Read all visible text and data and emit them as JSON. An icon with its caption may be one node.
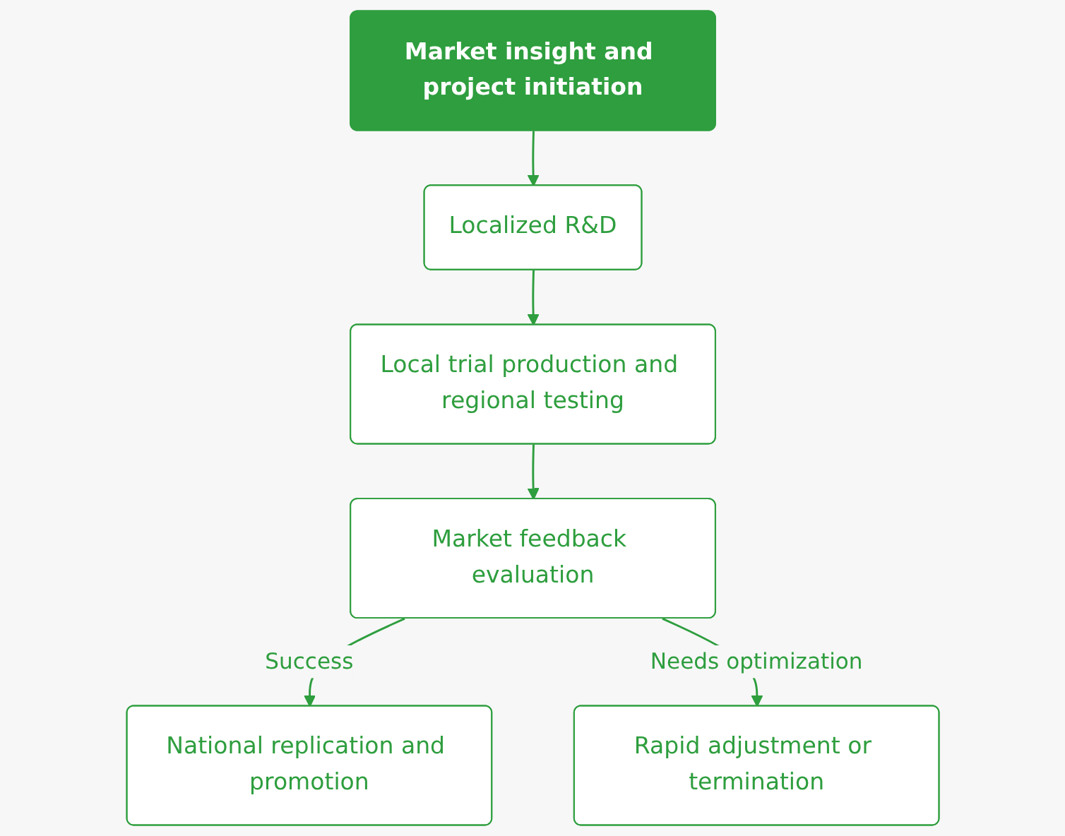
{
  "diagram": {
    "nodes": [
      {
        "text": [
          "Market insight and project initiation"
        ]
      },
      {
        "text": [
          "Localized R&D"
        ]
      },
      {
        "text": [
          "Local trial production and regional testing"
        ]
      },
      {
        "text": [
          "Market feedback evaluation"
        ]
      },
      {
        "text": [
          "National replication and promotion"
        ]
      },
      {
        "text": [
          "Rapid adjustment or termination"
        ]
      }
    ],
    "edges": [
      {
        "from": 0,
        "to": 1,
        "arrow": "to"
      },
      {
        "from": 1,
        "to": 2,
        "arrow": "to"
      },
      {
        "from": 2,
        "to": 3,
        "arrow": "to"
      },
      {
        "from": 3,
        "to": 4,
        "arrow": "to",
        "label": "Success"
      },
      {
        "from": 3,
        "to": 5,
        "arrow": "to",
        "label": "Needs optimization"
      }
    ]
  }
}
